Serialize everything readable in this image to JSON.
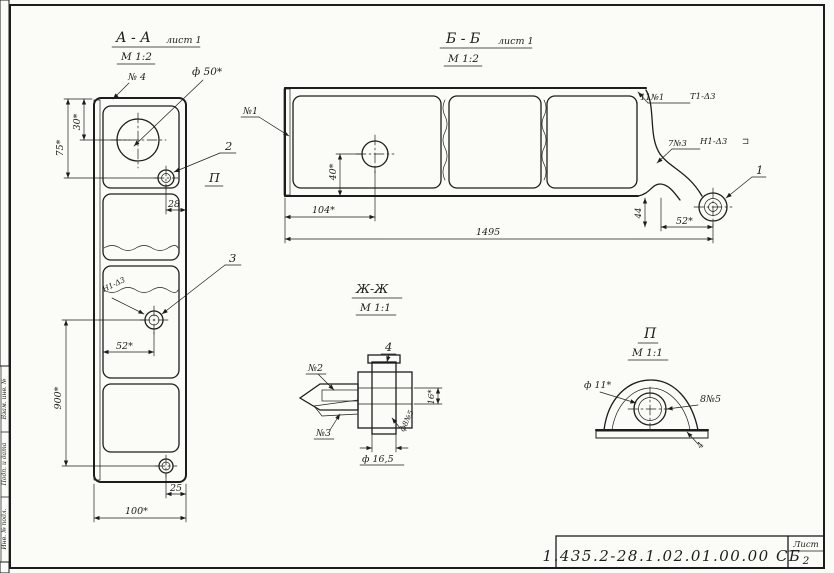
{
  "frame": {
    "side_labels": [
      "Взам. инв. №",
      "Подп. и дата",
      "Инв. № подл."
    ],
    "title_block": {
      "code": "1.435.2-28.1.02.01.00.00 СБ",
      "sheet_word": "Лист",
      "sheet_number": "2"
    }
  },
  "section_aa": {
    "title": "А - А",
    "sheet_ref": "лист 1",
    "scale": "М 1:2",
    "callouts": {
      "part_no4": "№ 4",
      "pos2": "2",
      "pos3": "3",
      "view_mark": "П",
      "weld": "Н1-Δ3"
    },
    "dims": {
      "dia50": "ф 50*",
      "d75": "75*",
      "d30": "30*",
      "d28": "28",
      "d52": "52*",
      "d900": "900*",
      "d25": "25",
      "d100": "100*"
    }
  },
  "section_bb": {
    "title": "Б - Б",
    "sheet_ref": "лист 1",
    "scale": "М 1:2",
    "callouts": {
      "part_no1": "№1",
      "pos1": "1",
      "weld_count_top": "11№1",
      "weld_code_top": "Т1-Δ3",
      "weld_count_mid": "7№3",
      "weld_code_mid": "Н1-Δ3",
      "weld_contour_symbol": "⊐"
    },
    "dims": {
      "d40": "40*",
      "d104": "104*",
      "d1495": "1495",
      "d52": "52*",
      "d44": "44"
    }
  },
  "section_zz": {
    "title": "Ж-Ж",
    "scale": "М 1:1",
    "callouts": {
      "part_no2": "№2",
      "pos4": "4",
      "part_no3": "№3",
      "hole": "ф8№5"
    },
    "dims": {
      "dia165": "ф 16,5",
      "d16": "16*"
    }
  },
  "view_p": {
    "title": "П",
    "scale": "М 1:1",
    "callouts": {
      "dia11": "ф 11*",
      "fastener": "8№5",
      "d4": "4"
    }
  }
}
